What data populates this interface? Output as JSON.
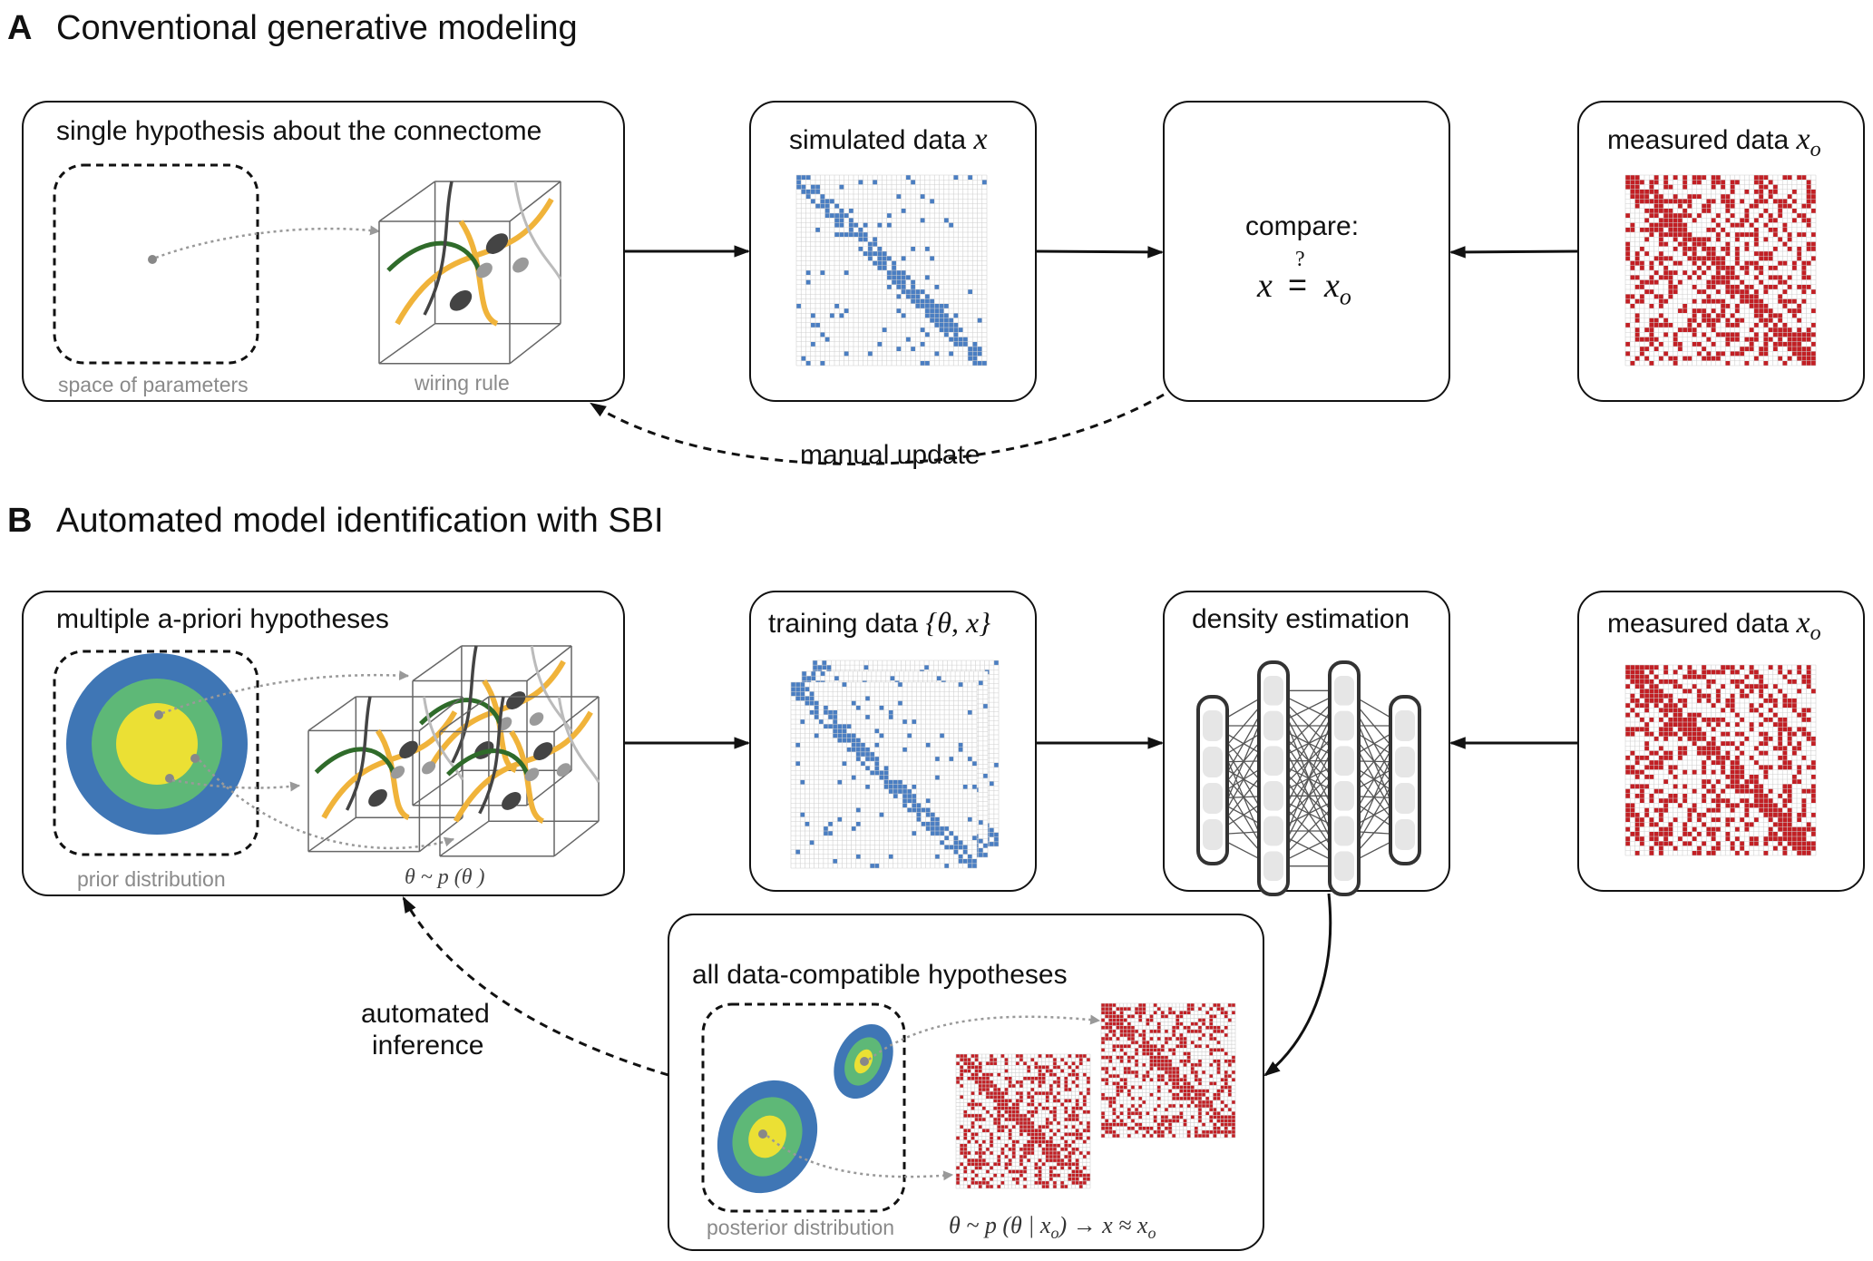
{
  "panel_a": {
    "letter": "A",
    "title": "Conventional generative modeling",
    "hypothesis_box": {
      "title": "single hypothesis about the connectome",
      "param_caption": "space of parameters",
      "rule_caption": "wiring rule"
    },
    "simulated_box": {
      "title": "simulated data",
      "symbol": "x"
    },
    "compare_box": {
      "title": "compare:",
      "lhs": "x",
      "q": "?",
      "rhs": "x",
      "rhs_sub": "o"
    },
    "measured_box": {
      "title": "measured data",
      "symbol": "x",
      "sub": "o"
    },
    "loop_label": "manual update"
  },
  "panel_b": {
    "letter": "B",
    "title": "Automated model identification with SBI",
    "prior_box": {
      "title": "multiple a-priori hypotheses",
      "prior_caption": "prior distribution",
      "sample_caption": "θ ~ p (θ )"
    },
    "training_box": {
      "title": "training data",
      "set": "{θ, x}"
    },
    "density_box": {
      "title": "density estimation"
    },
    "measured_box": {
      "title": "measured data",
      "symbol": "x",
      "sub": "o"
    },
    "posterior_box": {
      "title": "all data-compatible hypotheses",
      "posterior_caption": "posterior distribution",
      "formula_pre": "θ ~ p (θ | x",
      "formula_sub1": "o",
      "formula_mid": ")  →  x ≈ x",
      "formula_sub2": "o"
    },
    "loop_label_1": "automated",
    "loop_label_2": "inference"
  },
  "colors": {
    "blue": "#4a7ec2",
    "red": "#c21f24",
    "grid": "#d0d0d0",
    "prior_outer": "#3f76b5",
    "prior_mid": "#5eb877",
    "prior_inner": "#ebe034",
    "wire_orange": "#f0b33a",
    "wire_green": "#2f6b2a",
    "dark_gray": "#444444",
    "light_gray": "#9a9a9a"
  }
}
